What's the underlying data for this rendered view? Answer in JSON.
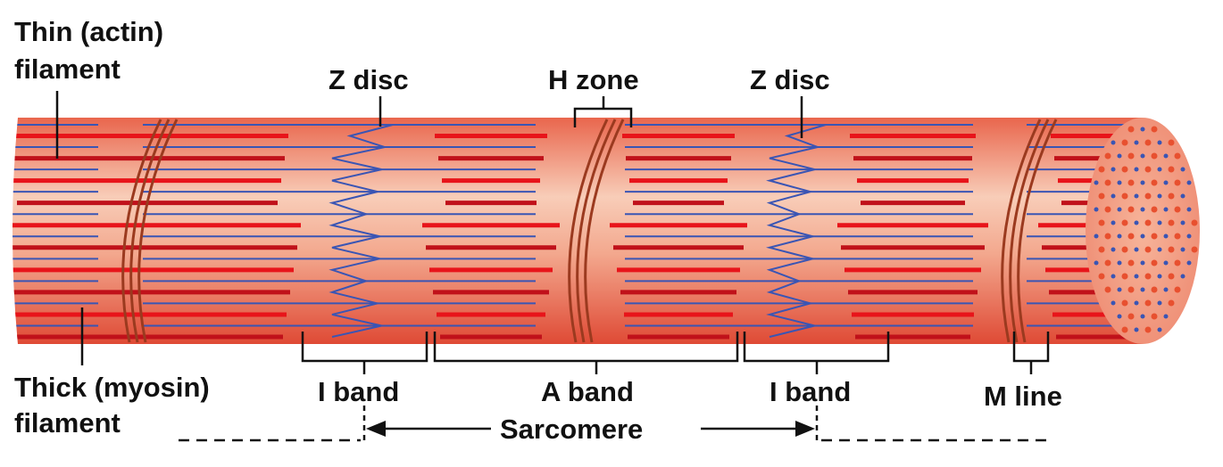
{
  "labels": {
    "thin_line1": "Thin (actin)",
    "thin_line2": "filament",
    "z_disc_left": "Z disc",
    "h_zone": "H zone",
    "z_disc_right": "Z disc",
    "thick_line1": "Thick (myosin)",
    "thick_line2": "filament",
    "i_band_left": "I band",
    "a_band": "A band",
    "i_band_right": "I band",
    "m_line": "M line",
    "sarcomere": "Sarcomere"
  },
  "colors": {
    "thick": "#e8141a",
    "thin": "#3a55b4",
    "body_light": "#f6c7b3",
    "body_dark": "#e2503c",
    "ink": "#111111"
  }
}
